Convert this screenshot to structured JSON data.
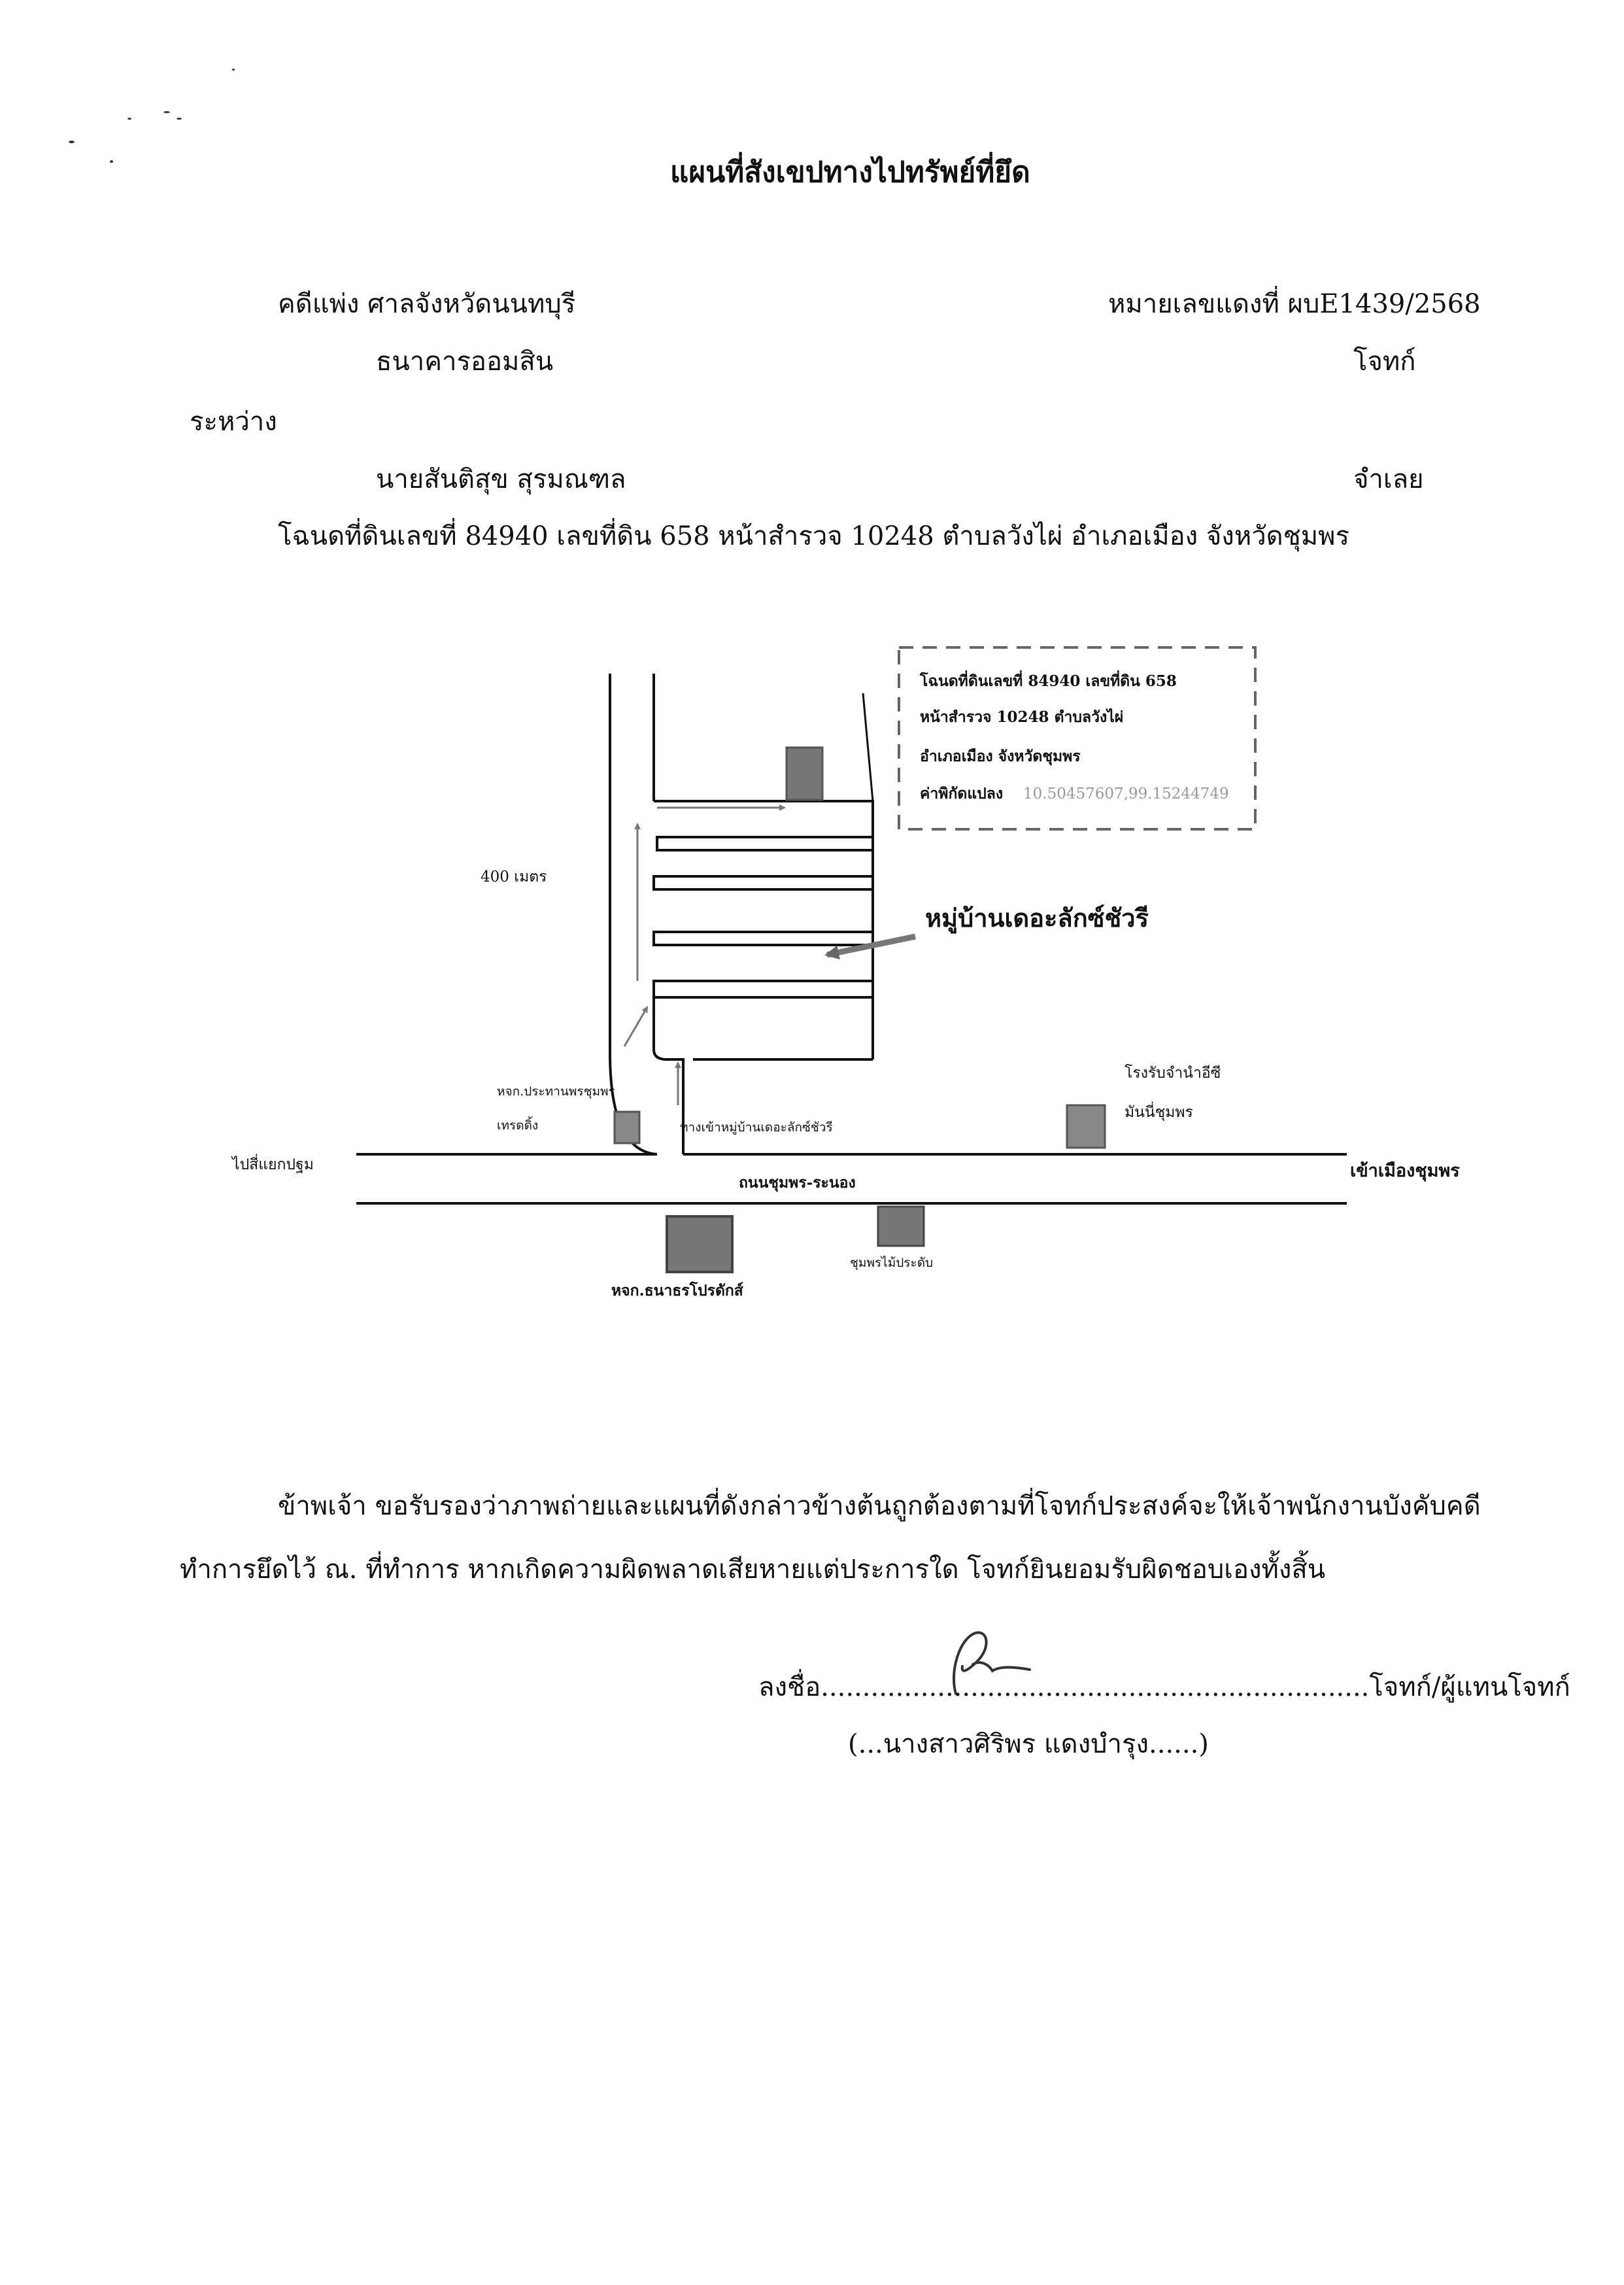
{
  "header": {
    "title": "แผนที่สังเขปทางไปทรัพย์ที่ยึด"
  },
  "case": {
    "court": "คดีแพ่ง ศาลจังหวัดนนทบุรี",
    "red_case_number": "หมายเลขแดงที่ ผบE1439/2568",
    "plaintiff_name": "ธนาคารออมสิน",
    "plaintiff_role": "โจทก์",
    "between": "ระหว่าง",
    "defendant_name": "นายสันติสุข สุรมณฑล",
    "defendant_role": "จำเลย",
    "deed_line": "โฉนดที่ดินเลขที่  84940   เลขที่ดิน 658   หน้าสำรวจ 10248   ตำบลวังไผ่   อำเภอเมือง  จังหวัดชุมพร"
  },
  "map": {
    "infobox": {
      "line1": "โฉนดที่ดินเลขที่ 84940  เลขที่ดิน  658",
      "line2": "หน้าสำรวจ  10248   ตำบลวังไผ่",
      "line3": "อำเภอเมือง     จังหวัดชุมพร",
      "line4_label": "ค่าพิกัดแปลง",
      "line4_value": "10.50457607,99.15244749"
    },
    "distance_label": "400  เมตร",
    "village_label": "หมู่บ้านเดอะลักซ์ชัวรี",
    "landmark_prakan_line1": "หจก.ประทานพรชุมพร",
    "landmark_prakan_line2": "เทรดดิ้ง",
    "village_entrance": "ทางเข้าหมู่บ้านเดอะลักซ์ชัวรี",
    "landmark_pawn_line1": "โรงรับจำนำอีซี",
    "landmark_pawn_line2": "มันนี่ชุมพร",
    "left_direction": "ไปสี่แยกปฐม",
    "right_direction": "เข้าเมืองชุมพร",
    "road_name": "ถนนชุมพร-ระนอง",
    "landmark_dhanatorn": "หจก.ธนาธรโปรดักส์",
    "landmark_plants": "ชุมพรไม้ประดับ"
  },
  "certification": {
    "line1": "ข้าพเจ้า ขอรับรองว่าภาพถ่ายและแผนที่ดังกล่าวข้างต้นถูกต้องตามที่โจทก์ประสงค์จะให้เจ้าพนักงานบังคับคดี",
    "line2": "ทำการยึดไว้ ณ. ที่ทำการ  หากเกิดความผิดพลาดเสียหายแต่ประการใด  โจทก์ยินยอมรับผิดชอบเองทั้งสิ้น"
  },
  "signature": {
    "sign_line": "ลงชื่อ..................................................................โจทก์/ผู้แทนโจทก์",
    "signer_name": "(...นางสาวศิริพร  แดงบำรุง......)"
  }
}
